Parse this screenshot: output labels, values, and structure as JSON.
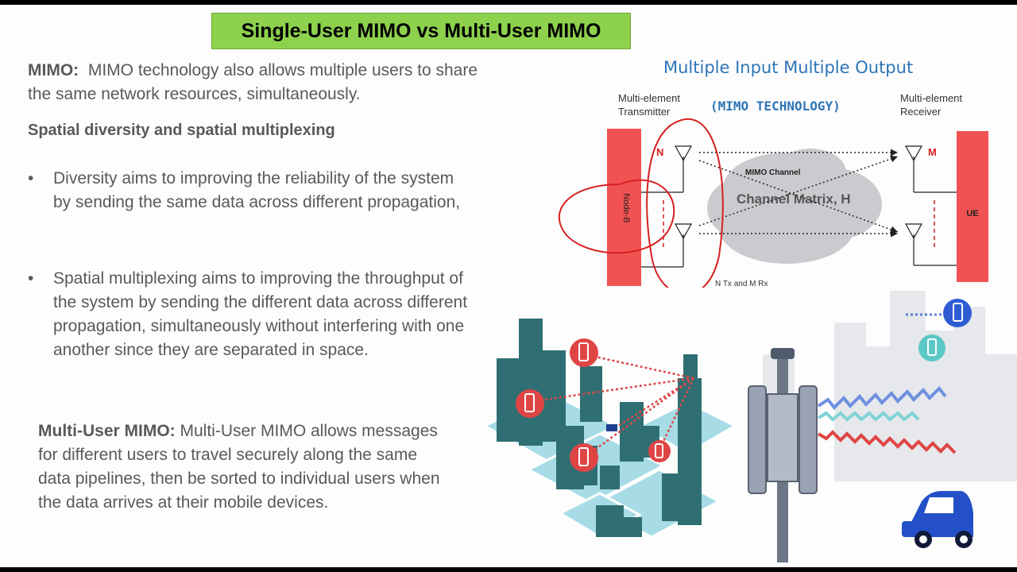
{
  "title": "Single-User MIMO vs Multi-User MIMO",
  "mimo_para": {
    "label": "MIMO:",
    "text": "MIMO technology also allows multiple users to share the same network resources, simultaneously."
  },
  "spatial_heading": "Spatial diversity and spatial multiplexing",
  "bullets": [
    "Diversity aims to improving the reliability of the system by sending the same data across different propagation,",
    "Spatial multiplexing aims to improving the throughput of the system by sending the different data across different propagation, simultaneously without interfering with one another since they are separated in space."
  ],
  "bullet_glyph": "•",
  "mu_para": {
    "label": "Multi-User MIMO:",
    "text": "Multi-User MIMO allows messages for different users to travel securely along the same data pipelines, then be sorted to individual users when the data arrives at their mobile devices."
  },
  "diagram": {
    "heading": "Multiple Input Multiple Output",
    "subheading": "(MIMO TECHNOLOGY)",
    "transmitter_label_1": "Multi-element",
    "transmitter_label_2": "Transmitter",
    "receiver_label_1": "Multi-element",
    "receiver_label_2": "Receiver",
    "node_b": "Node-B",
    "ue": "UE",
    "n_label": "N",
    "m_label": "M",
    "channel_label": "MIMO Channel",
    "matrix_label": "Channel Matrix, H",
    "footer": "N Tx and M Rx"
  },
  "colors": {
    "title_bg": "#8ed14d",
    "text": "#595959",
    "diagram_heading": "#2e75b6",
    "block_red": "#f05252",
    "annotation_red": "#d62020",
    "building_teal": "#2f6f73",
    "ground_teal": "#a7dce6"
  }
}
